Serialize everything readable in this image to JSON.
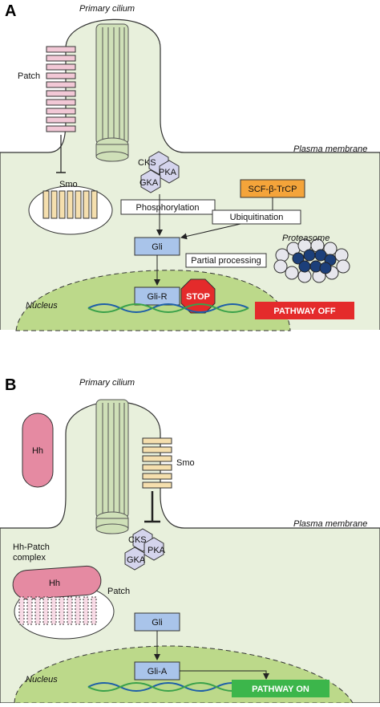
{
  "panelA": {
    "letter": "A",
    "primary_cilium": "Primary cilium",
    "plasma_membrane": "Plasma membrane",
    "patch": "Patch",
    "smo": "Smo",
    "cks": "CKS",
    "pka": "PKA",
    "gka": "GKA",
    "phosphorylation": "Phosphorylation",
    "scf": "SCF-β-TrCP",
    "ubiquitination": "Ubiquitination",
    "gli": "Gli",
    "proteasome": "Proteasome",
    "partial_processing": "Partial processing",
    "nucleus": "Nucleus",
    "gli_r": "Gli-R",
    "stop": "STOP",
    "pathway_off": "PATHWAY OFF"
  },
  "panelB": {
    "letter": "B",
    "primary_cilium": "Primary cilium",
    "hh": "Hh",
    "smo": "Smo",
    "plasma_membrane": "Plasma membrane",
    "complex_line1": "Hh-Patch",
    "complex_line2": "complex",
    "hh2": "Hh",
    "patch": "Patch",
    "cks": "CKS",
    "pka": "PKA",
    "gka": "GKA",
    "gli": "Gli",
    "nucleus": "Nucleus",
    "gli_a": "Gli-A",
    "pathway_on": "PATHWAY ON"
  },
  "colors": {
    "cell": "#e8f0dc",
    "nucleus": "#bcd98a",
    "gli_box": "#a9c4ea",
    "hex": "#d4d4ec",
    "patch": "#f2c8d6",
    "smo": "#f5dfae",
    "hh": "#e58aa2",
    "scf": "#f4a43a",
    "stop": "#e42b2b",
    "off": "#e42b2b",
    "on": "#3cb64b",
    "dna_blue": "#1e5fa8",
    "dna_green": "#3aa14a"
  }
}
